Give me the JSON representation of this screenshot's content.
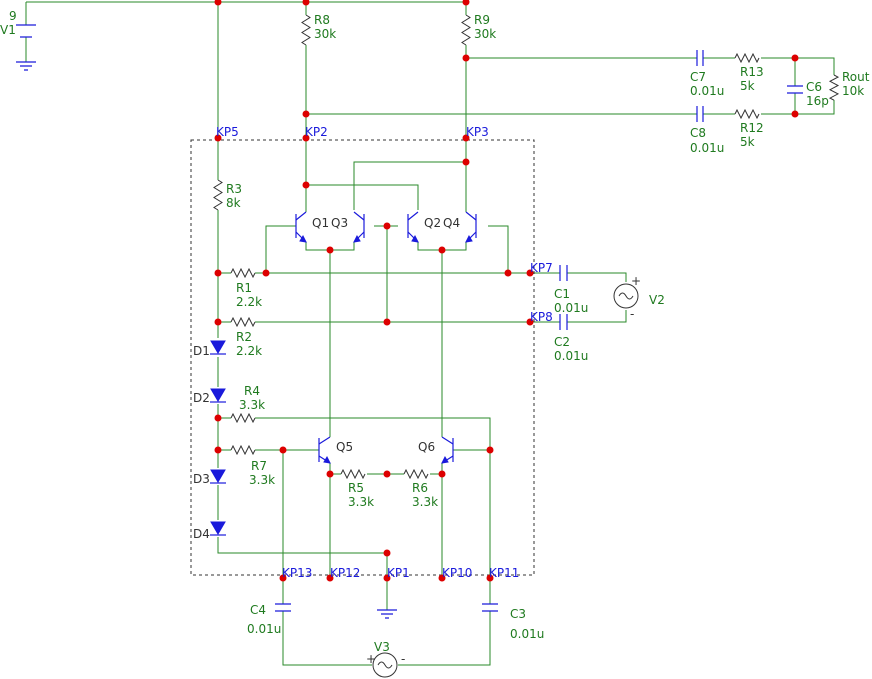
{
  "components": {
    "V1": {
      "name": "V1",
      "value": "9"
    },
    "V2": {
      "name": "V2",
      "pos": "+",
      "neg": "-"
    },
    "V3": {
      "name": "V3",
      "pos": "+",
      "neg": "-"
    },
    "R8": {
      "name": "R8",
      "value": "30k"
    },
    "R9": {
      "name": "R9",
      "value": "30k"
    },
    "R3": {
      "name": "R3",
      "value": "8k"
    },
    "R1": {
      "name": "R1",
      "value": "2.2k"
    },
    "R2": {
      "name": "R2",
      "value": "2.2k"
    },
    "R4": {
      "name": "R4",
      "value": "3.3k"
    },
    "R7": {
      "name": "R7",
      "value": "3.3k"
    },
    "R5": {
      "name": "R5",
      "value": "3.3k"
    },
    "R6": {
      "name": "R6",
      "value": "3.3k"
    },
    "R12": {
      "name": "R12",
      "value": "5k"
    },
    "R13": {
      "name": "R13",
      "value": "5k"
    },
    "Rout": {
      "name": "Rout",
      "value": "10k"
    },
    "C1": {
      "name": "C1",
      "value": "0.01u"
    },
    "C2": {
      "name": "C2",
      "value": "0.01u"
    },
    "C3": {
      "name": "C3",
      "value": "0.01u"
    },
    "C4": {
      "name": "C4",
      "value": "0.01u"
    },
    "C6": {
      "name": "C6",
      "value": "16p"
    },
    "C7": {
      "name": "C7",
      "value": "0.01u"
    },
    "C8": {
      "name": "C8",
      "value": "0.01u"
    },
    "Q1": {
      "name": "Q1"
    },
    "Q2": {
      "name": "Q2"
    },
    "Q3": {
      "name": "Q3"
    },
    "Q4": {
      "name": "Q4"
    },
    "Q5": {
      "name": "Q5"
    },
    "Q6": {
      "name": "Q6"
    },
    "D1": {
      "name": "D1"
    },
    "D2": {
      "name": "D2"
    },
    "D3": {
      "name": "D3"
    },
    "D4": {
      "name": "D4"
    }
  },
  "probes": {
    "KP1": "KP1",
    "KP2": "KP2",
    "KP3": "KP3",
    "KP5": "KP5",
    "KP7": "KP7",
    "KP8": "KP8",
    "KP10": "KP10",
    "KP11": "KP11",
    "KP12": "KP12",
    "KP13": "KP13"
  }
}
